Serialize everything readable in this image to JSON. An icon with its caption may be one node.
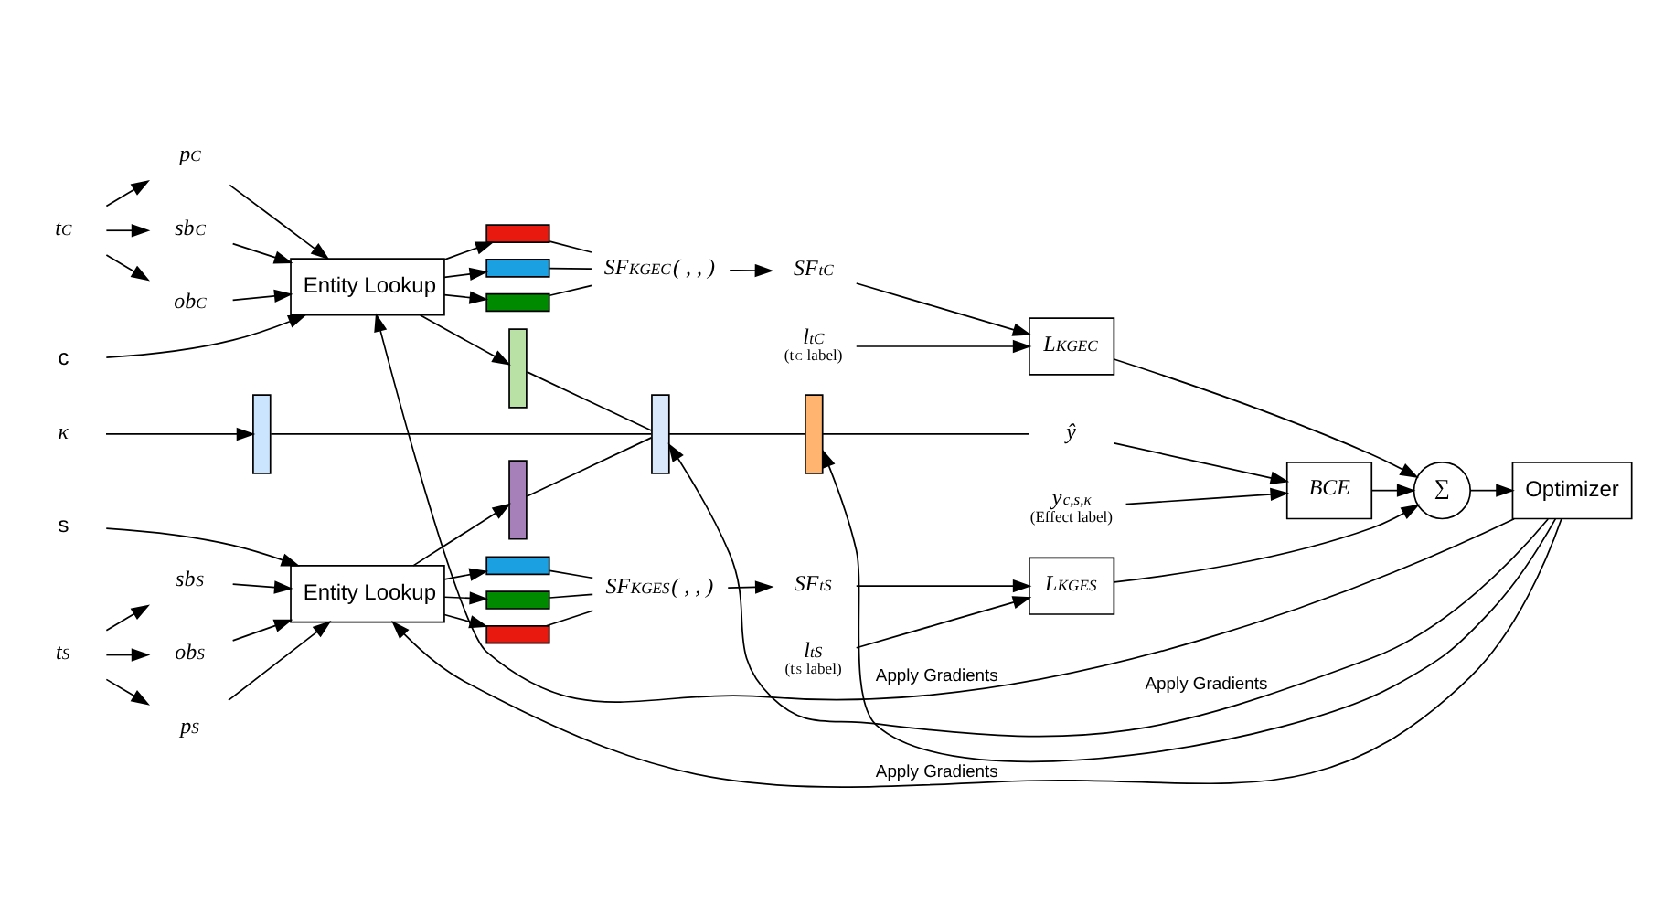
{
  "diagram": {
    "nodes": [
      {
        "text": [
          "t$_{C}$"
        ]
      },
      {
        "text": [
          "p$_{C}$"
        ]
      },
      {
        "text": [
          "sb$_{C}$"
        ]
      },
      {
        "text": [
          "ob$_{C}$"
        ]
      },
      {
        "text": [
          "Entity Lookup"
        ]
      },
      {
        "text": [],
        "shape": "bar"
      },
      {
        "text": [],
        "shape": "bar"
      },
      {
        "text": [],
        "shape": "bar"
      },
      {
        "text": [
          "SF$_{KGEC}$( , , )"
        ]
      },
      {
        "text": [
          "SF$_{tC}$"
        ]
      },
      {
        "text": [
          "l$_{tC}$"
        ],
        "beside": [
          "(t$_{C}$ label)"
        ]
      },
      {
        "text": [
          "L$_{KGEC}$"
        ]
      },
      {
        "text": [
          "c"
        ]
      },
      {
        "text": [
          "κ"
        ]
      },
      {
        "text": [
          "s"
        ]
      },
      {
        "text": [],
        "shape": "bar"
      },
      {
        "text": [],
        "shape": "bar"
      },
      {
        "text": [],
        "shape": "bar"
      },
      {
        "text": [],
        "shape": "bar"
      },
      {
        "text": [],
        "shape": "bar"
      },
      {
        "text": [
          "ŷ"
        ]
      },
      {
        "text": [
          "BCE"
        ]
      },
      {
        "text": [
          "y$_{c,s,κ}$"
        ],
        "beside": [
          "(Effect label)"
        ]
      },
      {
        "text": [
          "∑"
        ]
      },
      {
        "text": [
          "Optimizer"
        ]
      },
      {
        "text": [
          "t$_{S}$"
        ]
      },
      {
        "text": [
          "sb$_{S}$"
        ]
      },
      {
        "text": [
          "ob$_{S}$"
        ]
      },
      {
        "text": [
          "p$_{S}$"
        ]
      },
      {
        "text": [
          "Entity Lookup"
        ]
      },
      {
        "text": [],
        "shape": "bar"
      },
      {
        "text": [],
        "shape": "bar"
      },
      {
        "text": [],
        "shape": "bar"
      },
      {
        "text": [
          "SF$_{KGES}$( , , )"
        ]
      },
      {
        "text": [
          "SF$_{tS}$"
        ]
      },
      {
        "text": [
          "l$_{tS}$"
        ],
        "beside": [
          "(t$_{S}$ label)"
        ]
      },
      {
        "text": [
          "L$_{KGES}$"
        ]
      }
    ],
    "edges": [
      {
        "from": 0,
        "to": 1,
        "arrow": "to"
      },
      {
        "from": 0,
        "to": 2,
        "arrow": "to"
      },
      {
        "from": 0,
        "to": 3,
        "arrow": "to"
      },
      {
        "from": 1,
        "to": 4,
        "arrow": "to"
      },
      {
        "from": 2,
        "to": 4,
        "arrow": "to"
      },
      {
        "from": 3,
        "to": 4,
        "arrow": "to"
      },
      {
        "from": 12,
        "to": 4,
        "arrow": "to"
      },
      {
        "from": 4,
        "to": 5,
        "arrow": "to"
      },
      {
        "from": 4,
        "to": 6,
        "arrow": "to"
      },
      {
        "from": 4,
        "to": 7,
        "arrow": "to"
      },
      {
        "from": 5,
        "to": 8,
        "arrow": "none"
      },
      {
        "from": 6,
        "to": 8,
        "arrow": "none"
      },
      {
        "from": 7,
        "to": 8,
        "arrow": "none"
      },
      {
        "from": 8,
        "to": 9,
        "arrow": "to"
      },
      {
        "from": 9,
        "to": 11,
        "arrow": "to"
      },
      {
        "from": 10,
        "to": 11,
        "arrow": "to"
      },
      {
        "from": 11,
        "to": 23,
        "arrow": "to"
      },
      {
        "from": 4,
        "to": 15,
        "arrow": "to"
      },
      {
        "from": 13,
        "to": 16,
        "arrow": "to"
      },
      {
        "from": 29,
        "to": 17,
        "arrow": "to"
      },
      {
        "from": 15,
        "to": 18,
        "arrow": "none"
      },
      {
        "from": 16,
        "to": 18,
        "arrow": "none"
      },
      {
        "from": 17,
        "to": 18,
        "arrow": "none"
      },
      {
        "from": 18,
        "to": 19,
        "arrow": "none"
      },
      {
        "from": 19,
        "to": 20,
        "arrow": "none"
      },
      {
        "from": 20,
        "to": 21,
        "arrow": "to"
      },
      {
        "from": 22,
        "to": 21,
        "arrow": "to"
      },
      {
        "from": 21,
        "to": 23,
        "arrow": "to"
      },
      {
        "from": 36,
        "to": 23,
        "arrow": "to"
      },
      {
        "from": 23,
        "to": 24,
        "arrow": "to"
      },
      {
        "from": 24,
        "to": 4,
        "arrow": "to",
        "label": "Apply Gradients"
      },
      {
        "from": 24,
        "to": 18,
        "arrow": "to",
        "label": "Apply Gradients"
      },
      {
        "from": 24,
        "to": 19,
        "arrow": "to"
      },
      {
        "from": 24,
        "to": 29,
        "arrow": "to",
        "label": "Apply Gradients"
      },
      {
        "from": 14,
        "to": 29,
        "arrow": "to"
      },
      {
        "from": 25,
        "to": 26,
        "arrow": "to"
      },
      {
        "from": 25,
        "to": 27,
        "arrow": "to"
      },
      {
        "from": 25,
        "to": 28,
        "arrow": "to"
      },
      {
        "from": 26,
        "to": 29,
        "arrow": "to"
      },
      {
        "from": 27,
        "to": 29,
        "arrow": "to"
      },
      {
        "from": 28,
        "to": 29,
        "arrow": "to"
      },
      {
        "from": 29,
        "to": 30,
        "arrow": "to"
      },
      {
        "from": 29,
        "to": 31,
        "arrow": "to"
      },
      {
        "from": 29,
        "to": 32,
        "arrow": "to"
      },
      {
        "from": 30,
        "to": 33,
        "arrow": "none"
      },
      {
        "from": 31,
        "to": 33,
        "arrow": "none"
      },
      {
        "from": 32,
        "to": 33,
        "arrow": "none"
      },
      {
        "from": 33,
        "to": 34,
        "arrow": "to"
      },
      {
        "from": 34,
        "to": 36,
        "arrow": "to"
      },
      {
        "from": 35,
        "to": 36,
        "arrow": "to"
      }
    ]
  }
}
